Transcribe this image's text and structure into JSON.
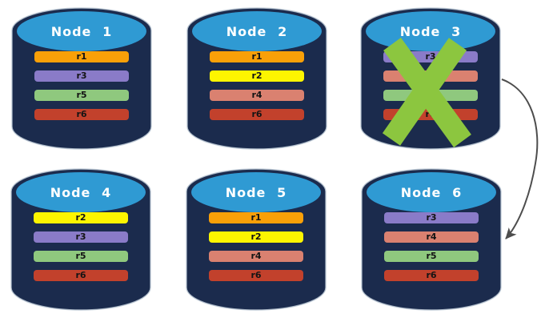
{
  "diagram": {
    "background": "#FFFFFF",
    "description_of_icons": {
      "failure_x_icon": "large green X crossing out Node 3",
      "failover_arrow_icon": "curved gray arrow from Node 3 down to Node 6"
    }
  },
  "colors": {
    "cylinder_body": "#1B2B4D",
    "cylinder_top": "#2F9AD3",
    "title_text": "#FFFFFF",
    "failure_x": "#8CC63F",
    "arrow": "#4D4D4D"
  },
  "nodes": [
    {
      "title": "Node 1",
      "bars": [
        {
          "label": "r1",
          "color": "#F9A008"
        },
        {
          "label": "r3",
          "color": "#8A7BC8"
        },
        {
          "label": "r5",
          "color": "#8FC87E"
        },
        {
          "label": "r6",
          "color": "#C2412C"
        }
      ]
    },
    {
      "title": "Node 2",
      "bars": [
        {
          "label": "r1",
          "color": "#F9A008"
        },
        {
          "label": "r2",
          "color": "#FDF500"
        },
        {
          "label": "r4",
          "color": "#DA8170"
        },
        {
          "label": "r6",
          "color": "#C2412C"
        }
      ]
    },
    {
      "title": "Node 3",
      "bars": [
        {
          "label": "r3",
          "color": "#8A7BC8"
        },
        {
          "label": "r4",
          "color": "#DA8170"
        },
        {
          "label": "r5",
          "color": "#8FC87E"
        },
        {
          "label": "r6",
          "color": "#C2412C"
        }
      ]
    },
    {
      "title": "Node 4",
      "bars": [
        {
          "label": "r2",
          "color": "#FDF500"
        },
        {
          "label": "r3",
          "color": "#8A7BC8"
        },
        {
          "label": "r5",
          "color": "#8FC87E"
        },
        {
          "label": "r6",
          "color": "#C2412C"
        }
      ]
    },
    {
      "title": "Node 5",
      "bars": [
        {
          "label": "r1",
          "color": "#F9A008"
        },
        {
          "label": "r2",
          "color": "#FDF500"
        },
        {
          "label": "r4",
          "color": "#DA8170"
        },
        {
          "label": "r6",
          "color": "#C2412C"
        }
      ]
    },
    {
      "title": "Node 6",
      "bars": [
        {
          "label": "r3",
          "color": "#8A7BC8"
        },
        {
          "label": "r4",
          "color": "#DA8170"
        },
        {
          "label": "r5",
          "color": "#8FC87E"
        },
        {
          "label": "r6",
          "color": "#C2412C"
        }
      ]
    }
  ],
  "annotations": {
    "failed_node": "Node 3",
    "arrow_from": "Node 3",
    "arrow_to": "Node 6"
  }
}
